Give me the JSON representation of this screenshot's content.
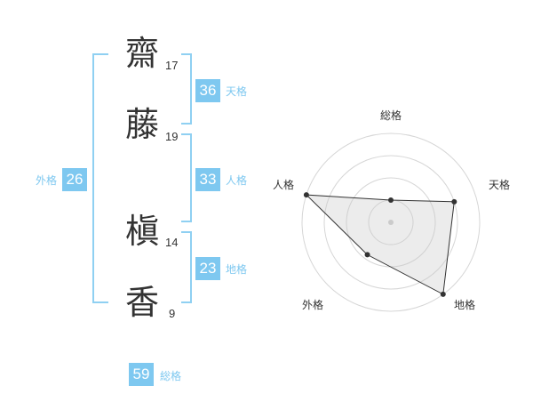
{
  "name": {
    "chars": [
      {
        "char": "齋",
        "strokes": "17"
      },
      {
        "char": "藤",
        "strokes": "19"
      },
      {
        "char": "槇",
        "strokes": "14"
      },
      {
        "char": "香",
        "strokes": "9"
      }
    ]
  },
  "fortunes": {
    "tenkaku": {
      "value": "36",
      "label": "天格"
    },
    "jinkaku": {
      "value": "33",
      "label": "人格"
    },
    "chikaku": {
      "value": "23",
      "label": "地格"
    },
    "gaikaku": {
      "value": "26",
      "label": "外格"
    },
    "soukaku": {
      "value": "59",
      "label": "総格"
    }
  },
  "colors": {
    "accent": "#7ec8f0",
    "bracket": "#8fd0f2",
    "text": "#333333"
  },
  "chart_data": {
    "type": "radar",
    "axes": [
      "総格",
      "天格",
      "地格",
      "外格",
      "人格"
    ],
    "values": [
      0.25,
      0.75,
      1.0,
      0.45,
      1.0
    ],
    "range": [
      0,
      1
    ],
    "rings": 4
  }
}
